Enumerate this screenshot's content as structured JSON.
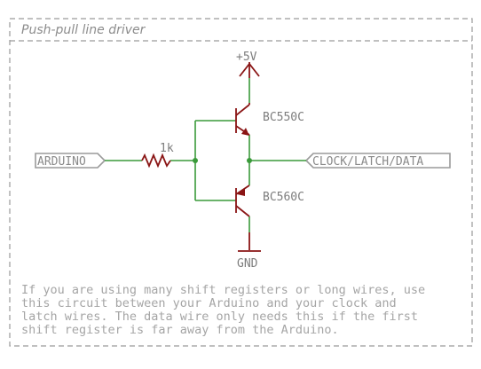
{
  "title": "Push-pull line driver",
  "nets": {
    "vcc": "+5V",
    "gnd": "GND"
  },
  "components": {
    "resistor_value": "1k",
    "npn_label": "BC550C",
    "pnp_label": "BC560C"
  },
  "ports": {
    "input": "ARDUINO",
    "output": "CLOCK/LATCH/DATA"
  },
  "note_lines": [
    "If you are using many shift registers or long wires, use",
    "this circuit between your Arduino and your clock and",
    "latch wires. The data wire only needs this if the first",
    "shift register is far away from the Arduino."
  ],
  "colors": {
    "wire": "#3a9a3a",
    "device": "#8a1515",
    "frame": "#9a9a9a",
    "text": "#8a8a8a"
  }
}
